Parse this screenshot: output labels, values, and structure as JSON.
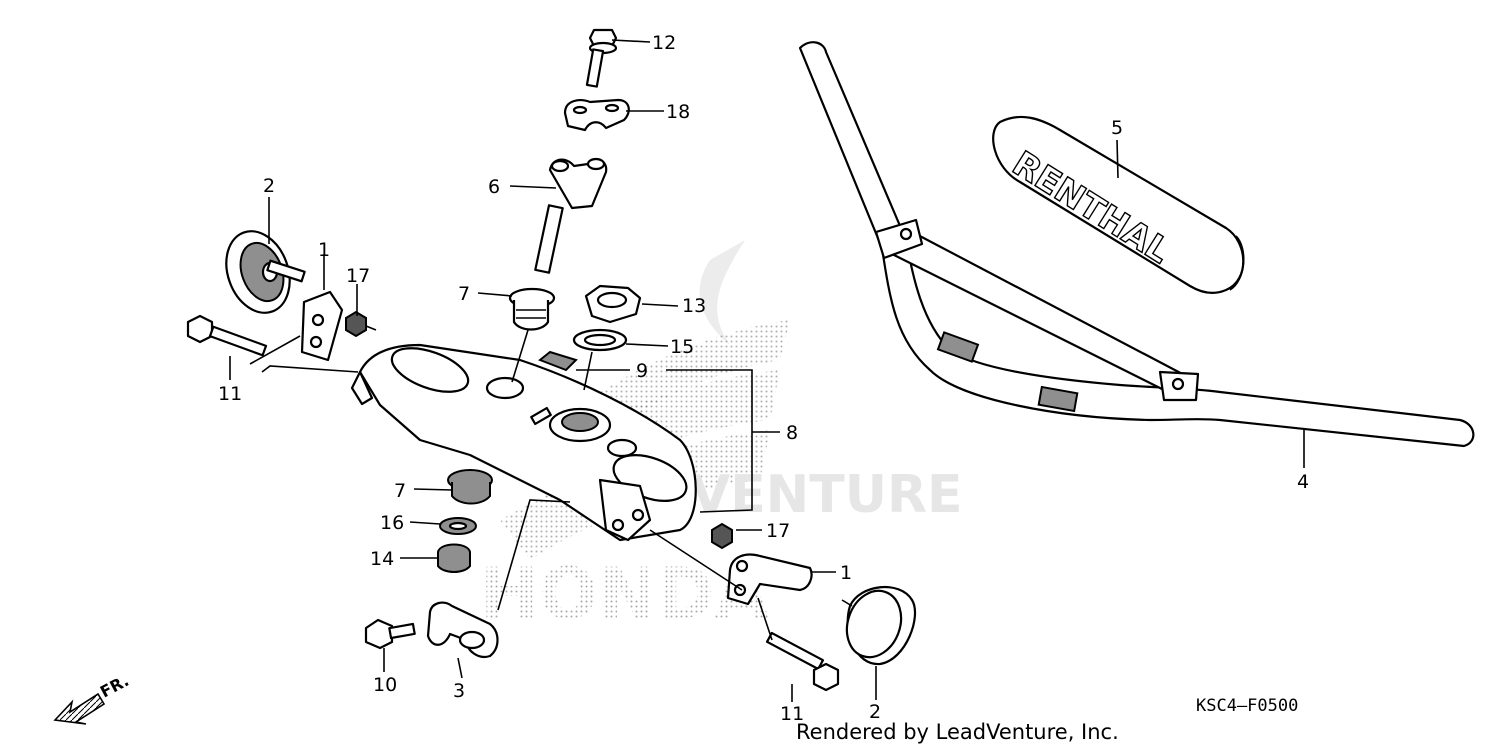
{
  "diagram": {
    "callouts": {
      "c12": "12",
      "c18": "18",
      "c6": "6",
      "c2a": "2",
      "c1a": "1",
      "c17a": "17",
      "c11a": "11",
      "c7a": "7",
      "c13": "13",
      "c15": "15",
      "c9": "9",
      "c8": "8",
      "c5": "5",
      "c4": "4",
      "c7b": "7",
      "c16": "16",
      "c14": "14",
      "c17b": "17",
      "c1b": "1",
      "c10": "10",
      "c3": "3",
      "c11b": "11",
      "c2b": "2"
    },
    "diagram_code": "KSC4—F0500",
    "fr_label": "FR.",
    "credit": "Rendered by LeadVenture, Inc.",
    "watermark_brand": "HONDA",
    "watermark_text": "VENTURE",
    "grip_brand": "RENTHAL"
  },
  "colors": {
    "watermark": "#e6e6e6",
    "line": "#000000",
    "dots": "#6e6e6e"
  }
}
